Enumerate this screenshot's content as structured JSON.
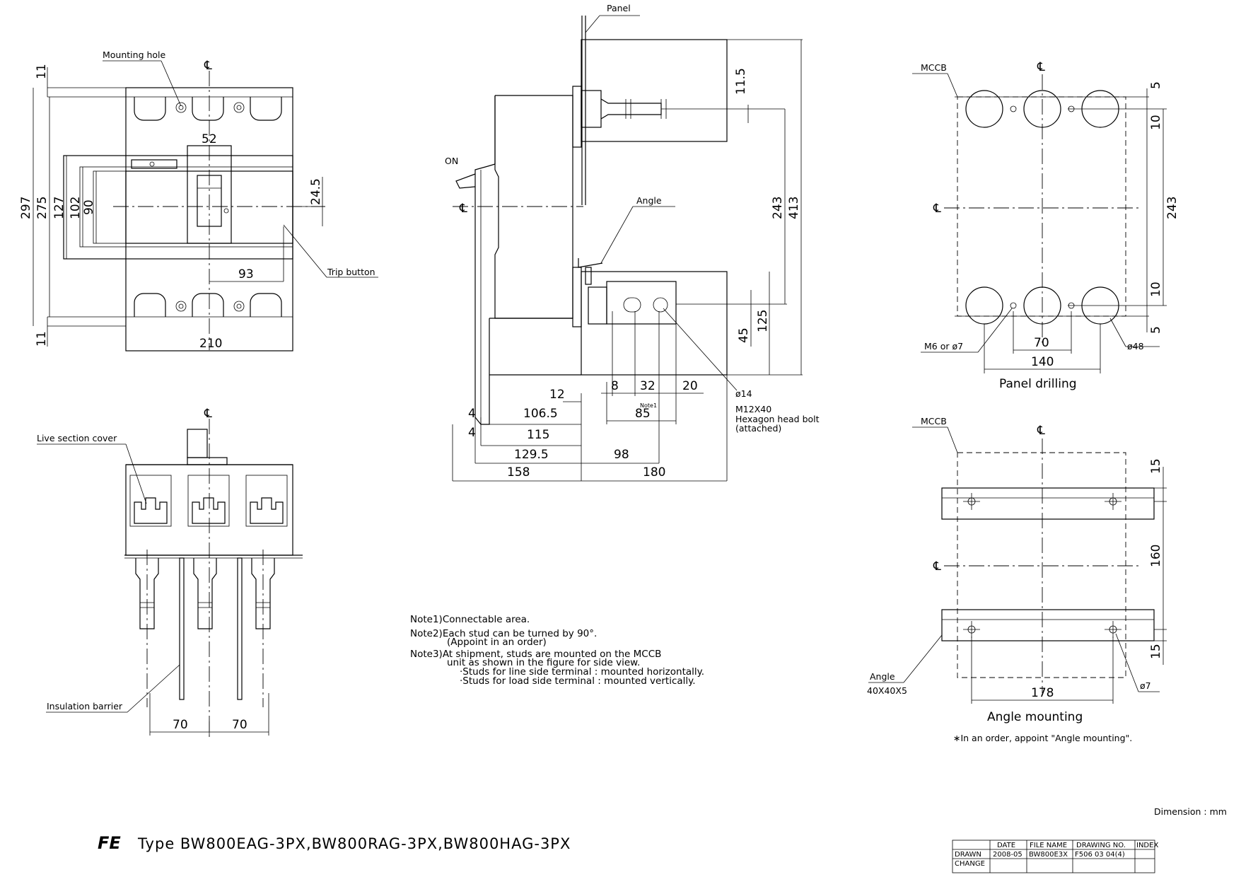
{
  "views": {
    "front": {
      "labels": {
        "mounting_hole": "Mounting hole",
        "trip_button": "Trip button"
      },
      "centerline": "℄",
      "dims": {
        "d297": "297",
        "d275": "275",
        "d127": "127",
        "d102": "102",
        "d90": "90",
        "d11a": "11",
        "d11b": "11",
        "d52": "52",
        "d24_5": "24.5",
        "d93": "93",
        "d210": "210"
      }
    },
    "side": {
      "labels": {
        "panel": "Panel",
        "on": "ON",
        "angle": "Angle",
        "hole_dia": "ø14",
        "bolt1": "M12X40",
        "bolt2": "Hexagon head bolt",
        "bolt3": "(attached)",
        "note1_tag": "Note1"
      },
      "centerline": "℄",
      "dims": {
        "d11_5": "11.5",
        "d243": "243",
        "d413": "413",
        "d125": "125",
        "d45": "45",
        "d12": "12",
        "d8": "8",
        "d32": "32",
        "d20": "20",
        "d85": "85",
        "d4a": "4",
        "d106_5": "106.5",
        "d4b": "4",
        "d115": "115",
        "d129_5": "129.5",
        "d98": "98",
        "d158": "158",
        "d180": "180"
      }
    },
    "bottom": {
      "labels": {
        "live_cover": "Live section cover",
        "insulation": "Insulation barrier"
      },
      "centerline": "℄",
      "dims": {
        "d70a": "70",
        "d70b": "70"
      }
    },
    "panel_drilling": {
      "title": "Panel drilling",
      "labels": {
        "mccb": "MCCB",
        "m6": "M6 or ø7",
        "d48": "ø48"
      },
      "centerline_top": "℄",
      "centerline_left": "℄",
      "dims": {
        "d5a": "5",
        "d10a": "10",
        "d243": "243",
        "d10b": "10",
        "d5b": "5",
        "d70": "70",
        "d140": "140"
      }
    },
    "angle_mounting": {
      "title": "Angle mounting",
      "labels": {
        "mccb": "MCCB",
        "angle1": "Angle",
        "angle2": "40X40X5",
        "d7": "ø7"
      },
      "centerline_top": "℄",
      "centerline_left": "℄",
      "dims": {
        "d15a": "15",
        "d160": "160",
        "d15b": "15",
        "d178": "178"
      },
      "remark": "∗In an order, appoint \"Angle mounting\"."
    }
  },
  "notes": [
    "Note1)Connectable area.",
    "Note2)Each stud can be turned by 90°.",
    "(Appoint in an order)",
    "Note3)At shipment, studs are mounted on the MCCB",
    "unit as shown in the figure for side view.",
    "·Studs for line side terminal : mounted horizontally.",
    "·Studs for load side terminal : mounted vertically."
  ],
  "dimension_unit": "Dimension : mm",
  "footer": {
    "logo": "FE",
    "type_line": "Type BW800EAG-3PX,BW800RAG-3PX,BW800HAG-3PX"
  },
  "title_block": {
    "headers": [
      "",
      "DATE",
      "FILE NAME",
      "DRAWING NO.",
      "INDEX"
    ],
    "rows": [
      [
        "DRAWN",
        "2008-05",
        "BW800E3X",
        "F506 03 04(4)",
        ""
      ],
      [
        "CHANGE",
        "",
        "",
        "",
        ""
      ]
    ]
  }
}
